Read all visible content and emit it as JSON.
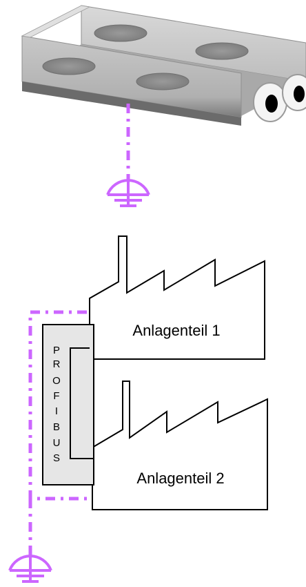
{
  "plants": [
    {
      "label": "Anlagenteil 1"
    },
    {
      "label": "Anlagenteil 2"
    }
  ],
  "bus": {
    "letters": [
      "P",
      "R",
      "O",
      "F",
      "I",
      "B",
      "U",
      "S"
    ]
  },
  "colors": {
    "earth_line": "#cc66ff",
    "bus_fill": "#e6e6e6",
    "tray_light": "#cfcfcf",
    "tray_mid": "#b3b3b3",
    "tray_dark": "#8c8c8c"
  },
  "icons": [
    "cable-tray-icon",
    "ground-symbol-icon",
    "factory-icon",
    "cable-end-icon"
  ]
}
